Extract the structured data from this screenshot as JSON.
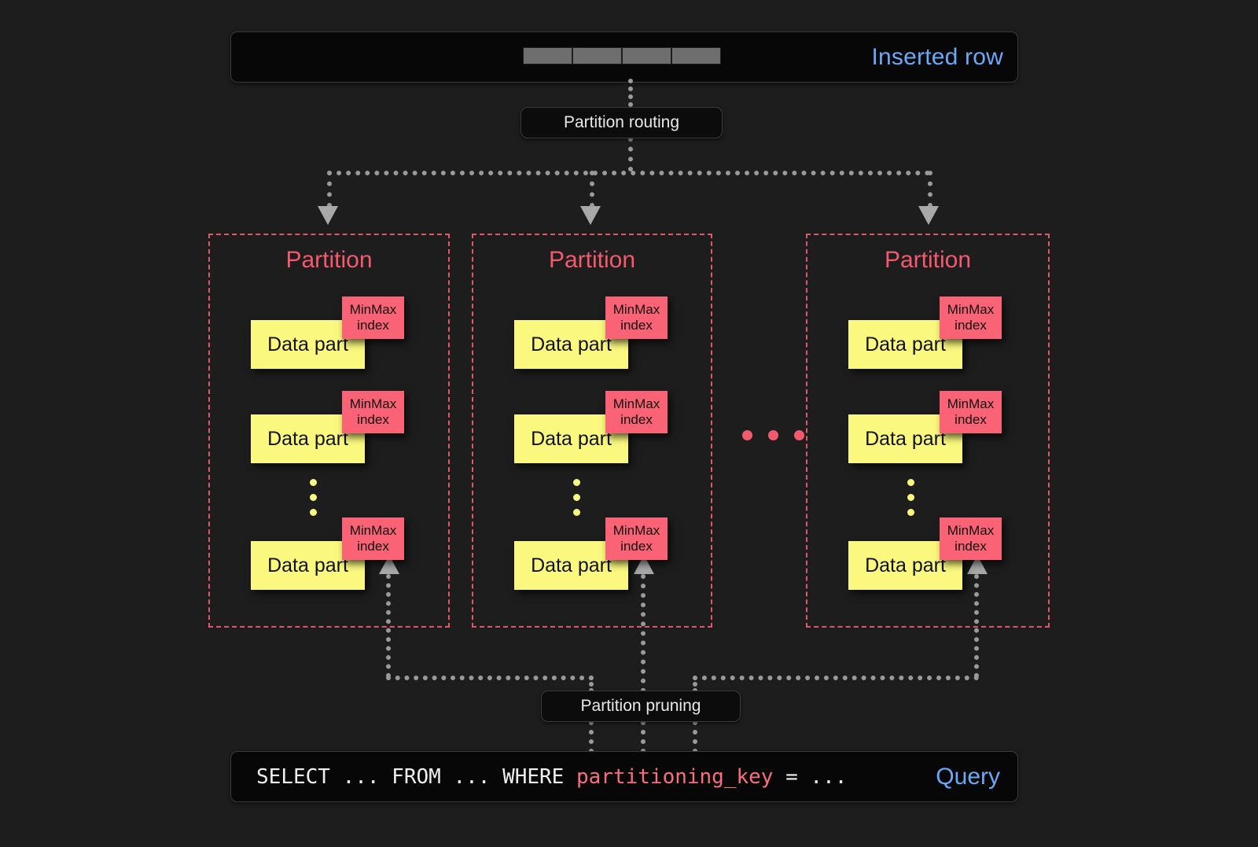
{
  "canvas": {
    "background": "#1d1d1d",
    "accent_yellow": "#faf87e",
    "accent_red": "#fa6275",
    "accent_blue": "#6aa9f8",
    "connector_gray": "#9a9a9a"
  },
  "top": {
    "label": "Inserted row",
    "cells": [
      "",
      "",
      "",
      ""
    ]
  },
  "routing": {
    "label": "Partition routing"
  },
  "partitions": [
    {
      "title": "Partition",
      "parts": [
        {
          "data_label": "Data part",
          "index_label": "MinMax\nindex",
          "index_line1": "MinMax",
          "index_line2": "index"
        },
        {
          "data_label": "Data part",
          "index_label": "MinMax\nindex",
          "index_line1": "MinMax",
          "index_line2": "index"
        },
        {
          "data_label": "Data part",
          "index_label": "MinMax\nindex",
          "index_line1": "MinMax",
          "index_line2": "index"
        }
      ],
      "ellipsis_dots": 3
    },
    {
      "title": "Partition",
      "parts": [
        {
          "data_label": "Data part",
          "index_label": "MinMax\nindex",
          "index_line1": "MinMax",
          "index_line2": "index"
        },
        {
          "data_label": "Data part",
          "index_label": "MinMax\nindex",
          "index_line1": "MinMax",
          "index_line2": "index"
        },
        {
          "data_label": "Data part",
          "index_label": "MinMax\nindex",
          "index_line1": "MinMax",
          "index_line2": "index"
        }
      ],
      "ellipsis_dots": 3
    },
    {
      "title": "Partition",
      "parts": [
        {
          "data_label": "Data part",
          "index_label": "MinMax\nindex",
          "index_line1": "MinMax",
          "index_line2": "index"
        },
        {
          "data_label": "Data part",
          "index_label": "MinMax\nindex",
          "index_line1": "MinMax",
          "index_line2": "index"
        },
        {
          "data_label": "Data part",
          "index_label": "MinMax\nindex",
          "index_line1": "MinMax",
          "index_line2": "index"
        }
      ],
      "ellipsis_dots": 3
    }
  ],
  "between_partitions_dots": 3,
  "pruning": {
    "label": "Partition pruning"
  },
  "query": {
    "prefix": "SELECT ... FROM ... WHERE ",
    "keyword": "partitioning_key",
    "suffix": " = ...",
    "label": "Query"
  }
}
